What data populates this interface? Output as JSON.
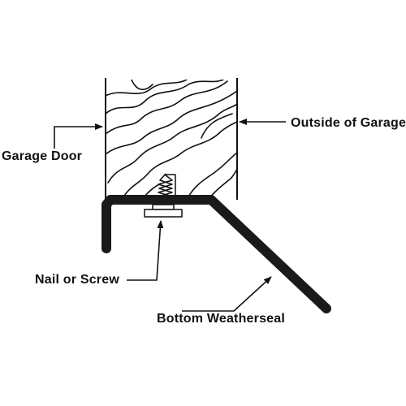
{
  "labels": {
    "garage_door": "Garage Door",
    "outside_of_garage": "Outside of Garage",
    "nail_or_screw": "Nail or Screw",
    "bottom_weatherseal": "Bottom Weatherseal"
  },
  "colors": {
    "ink": "#111111",
    "seal": "#1a1a1a",
    "screw_fill": "#ffffff",
    "background": "#ffffff"
  }
}
